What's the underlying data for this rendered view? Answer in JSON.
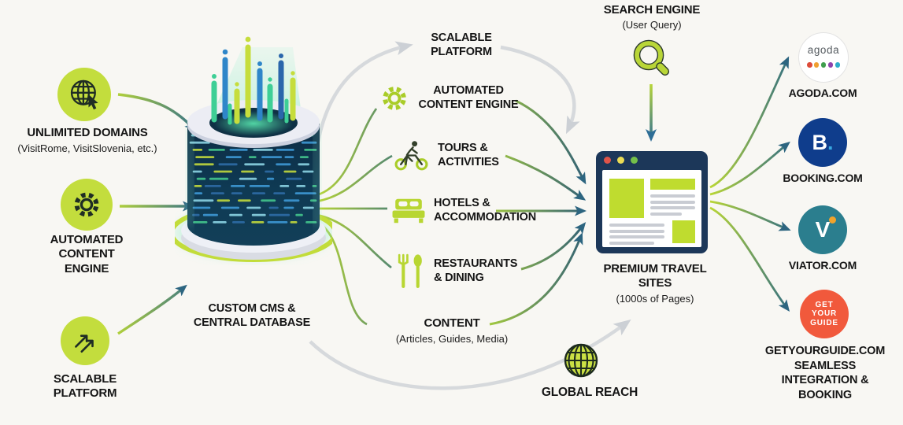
{
  "left_inputs": [
    {
      "title": "UNLIMITED DOMAINS",
      "subtitle": "(VisitRome, VisitSlovenia, etc.)",
      "icon": "globe-cursor-icon"
    },
    {
      "title": "AUTOMATED CONTENT ENGINE",
      "icon": "gear-icon"
    },
    {
      "title": "SCALABLE PLATFORM",
      "icon": "growth-arrows-icon"
    }
  ],
  "cms": {
    "title": "CUSTOM CMS & CENTRAL DATABASE"
  },
  "features": [
    {
      "label": "SCALABLE PLATFORM"
    },
    {
      "label": "AUTOMATED CONTENT ENGINE",
      "icon": "gear-icon"
    },
    {
      "label": "TOURS & ACTIVITIES",
      "icon": "cyclist-icon"
    },
    {
      "label": "HOTELS & ACCOMMODATION",
      "icon": "bed-icon"
    },
    {
      "label": "RESTAURANTS & DINING",
      "icon": "cutlery-icon"
    },
    {
      "label": "CONTENT",
      "subtitle": "(Articles, Guides, Media)"
    }
  ],
  "search_engine": {
    "title": "SEARCH ENGINE",
    "subtitle": "(User Query)",
    "icon": "magnifier-icon"
  },
  "travel_sites": {
    "title": "PREMIUM TRAVEL SITES",
    "subtitle": "(1000s of Pages)"
  },
  "global_reach": {
    "title": "GLOBAL REACH",
    "icon": "globe-icon"
  },
  "partners": [
    {
      "label": "AGODA.COM",
      "logo_text": "agoda",
      "dot_styles": [
        "background:#dd4b39",
        "background:#f0a030",
        "background:#3f9e4d",
        "background:#8e44ad",
        "background:#2eaecb"
      ]
    },
    {
      "label": "BOOKING.COM",
      "logo_text": "B",
      "logo_dot": "."
    },
    {
      "label": "VIATOR.COM",
      "logo_text": "V"
    },
    {
      "label": "GETYOURGUIDE.COM SEAMLESS INTEGRATION & BOOKING",
      "logo_lines": [
        "GET",
        "YOUR",
        "GUIDE"
      ]
    }
  ],
  "colors": {
    "lime": "#c3dd3d",
    "teal_arrow": "#2d6a85",
    "navy": "#1c3759",
    "gray_arrow": "#d2d5d9",
    "booking_blue": "#0f3d8c",
    "booking_dot": "#39a8e0",
    "viator_teal": "#2b7e8e",
    "gyg_orange": "#f1593c"
  }
}
